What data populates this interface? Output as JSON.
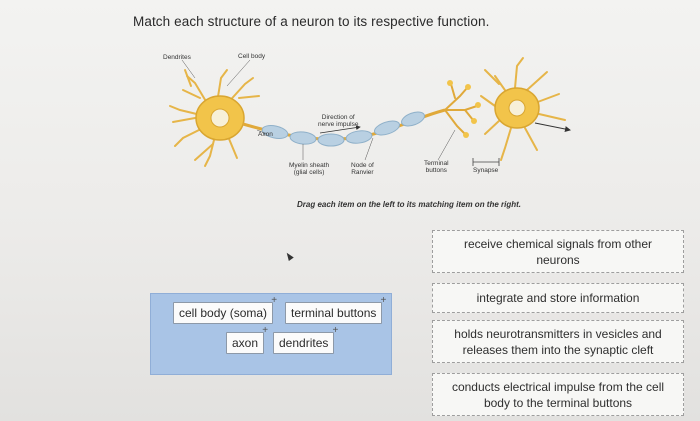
{
  "question": "Match each structure of a neuron to its respective function.",
  "diagram": {
    "labels": {
      "dendrites": "Dendrites",
      "cell_body": "Cell body",
      "axon": "Axon",
      "direction": "Direction of\nnerve impulse",
      "myelin": "Myelin sheath\n(glial cells)",
      "node": "Node of\nRanvier",
      "terminal": "Terminal\nbuttons",
      "synapse": "Synapse"
    }
  },
  "instruction": "Drag each item on the left to its matching item on the right.",
  "source_items": [
    {
      "label": "cell body (soma)"
    },
    {
      "label": "terminal buttons"
    },
    {
      "label": "axon"
    },
    {
      "label": "dendrites"
    }
  ],
  "plus_symbol": "+",
  "targets": [
    {
      "line1": "receive chemical signals from other",
      "line2": "neurons"
    },
    {
      "line1": "integrate and store information",
      "line2": ""
    },
    {
      "line1": "holds neurotransmitters in vesicles and",
      "line2": "releases them into the synaptic cleft"
    },
    {
      "line1": "conducts electrical impulse from the cell",
      "line2": "body to the terminal buttons"
    }
  ],
  "colors": {
    "tray": "#a9c4e6",
    "neuron_body": "#f2c44a",
    "myelin": "#b9d0e2",
    "axon_line": "#e0a93a"
  }
}
